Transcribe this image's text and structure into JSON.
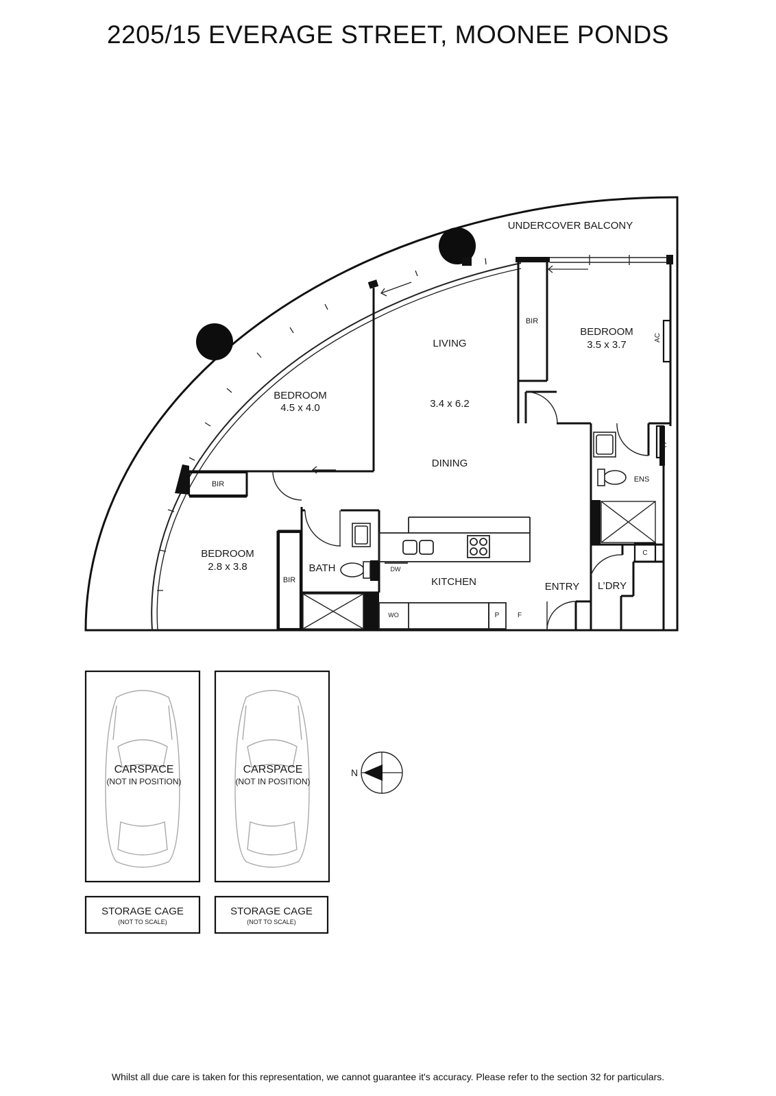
{
  "title": "2205/15 EVERAGE STREET, MOONEE PONDS",
  "rooms": {
    "balcony": "UNDERCOVER BALCONY",
    "living": "LIVING",
    "living_dims": "3.4 x 6.2",
    "dining": "DINING",
    "kitchen": "KITCHEN",
    "entry": "ENTRY",
    "laundry": "L’DRY",
    "bath": "BATH",
    "ens": "ENS",
    "bedroom_ne": {
      "name": "BEDROOM",
      "dims": "3.5 x 3.7"
    },
    "bedroom_mid": {
      "name": "BEDROOM",
      "dims": "4.5 x 4.0"
    },
    "bedroom_sw": {
      "name": "BEDROOM",
      "dims": "2.8 x 3.8"
    }
  },
  "fixtures": {
    "bir": "BIR",
    "ac": "AC",
    "cupboard": "C",
    "dishwasher": "DW",
    "wall_oven": "WO",
    "pantry": "P",
    "fridge": "F"
  },
  "carspaces": [
    {
      "label": "CARSPACE",
      "note": "(NOT IN POSITION)"
    },
    {
      "label": "CARSPACE",
      "note": "(NOT IN POSITION)"
    }
  ],
  "storage": [
    {
      "label": "STORAGE CAGE",
      "note": "(NOT TO SCALE)"
    },
    {
      "label": "STORAGE CAGE",
      "note": "(NOT TO SCALE)"
    }
  ],
  "compass": {
    "north": "N"
  },
  "disclaimer": "Whilst all due care is taken for this representation, we cannot guarantee it's accuracy. Please refer to the section 32 for particulars."
}
